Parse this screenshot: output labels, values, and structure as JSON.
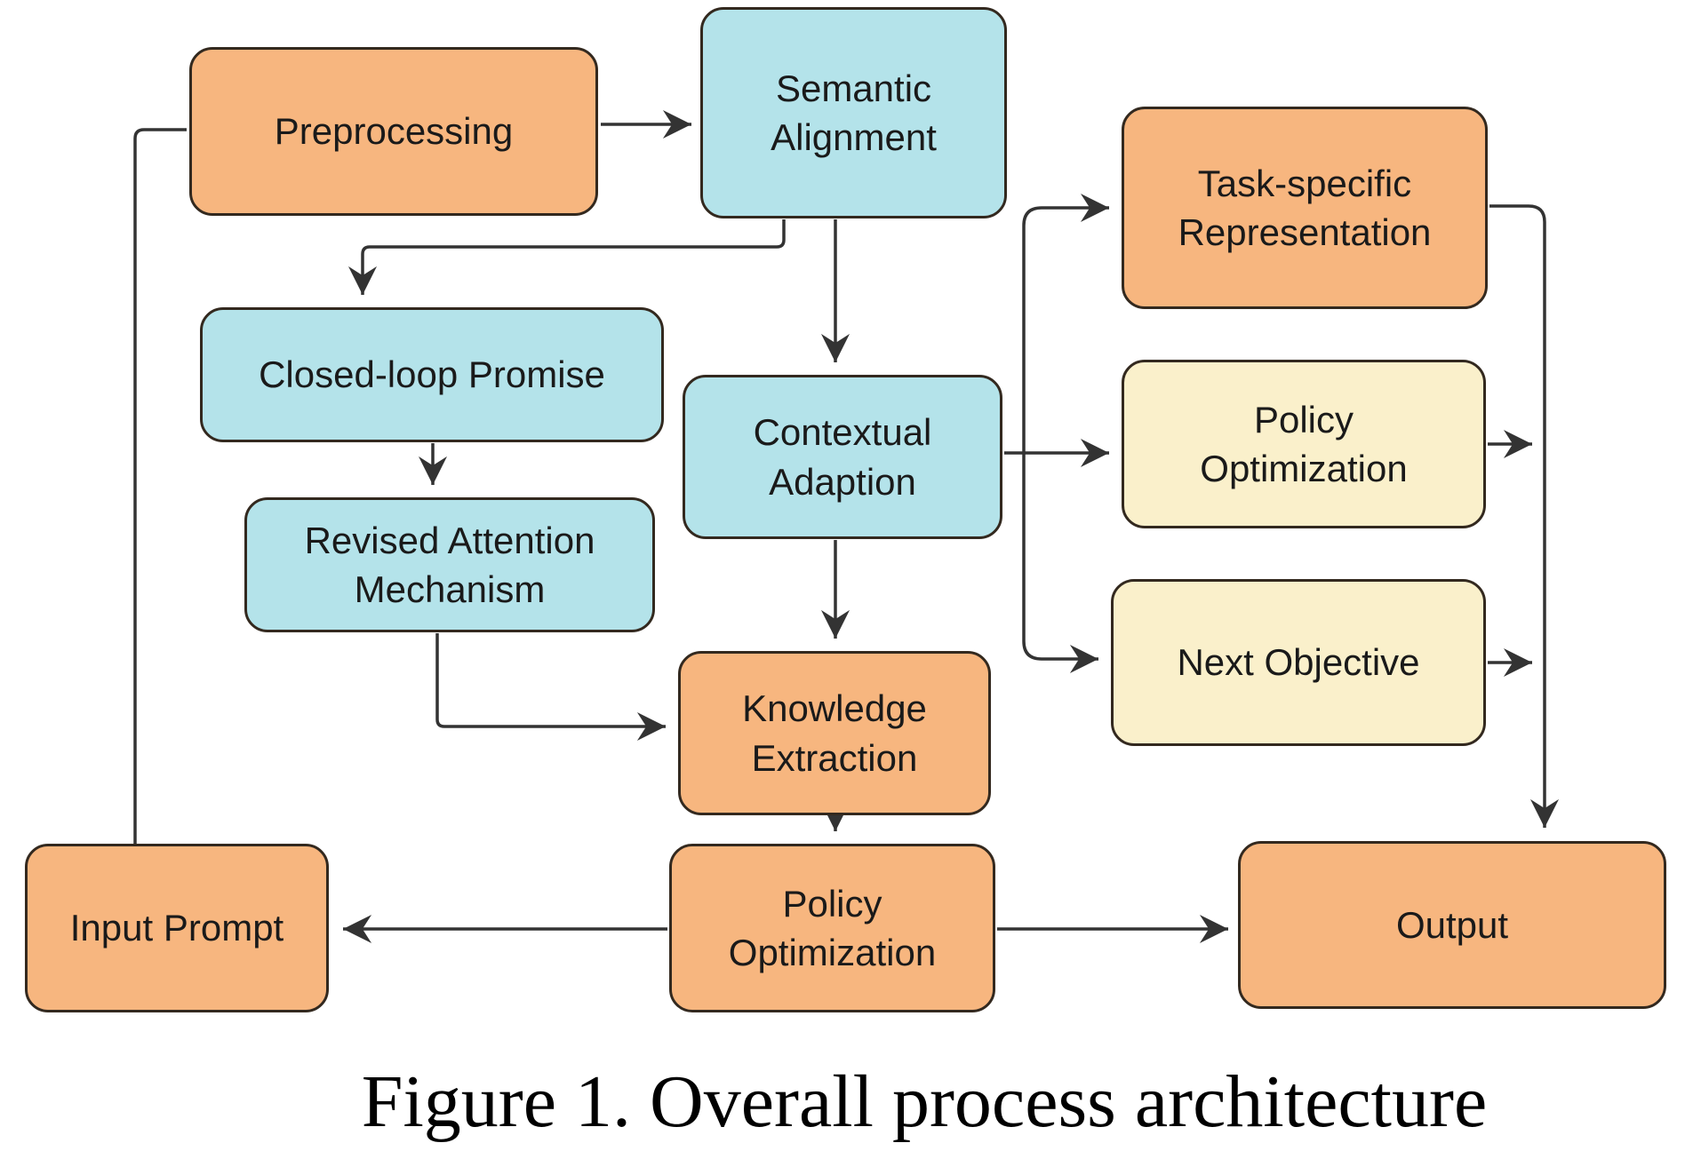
{
  "figure": {
    "caption": "Figure 1. Overall process architecture"
  },
  "colors": {
    "node-orange": "#F7B67F",
    "node-cyan": "#B4E3EA",
    "node-yellow": "#FAF0CB",
    "node-border": "#33291F",
    "arrow": "#333333",
    "text": "#1A1A1A",
    "background": "#FFFFFF"
  },
  "nodes": [
    {
      "id": "preprocessing",
      "label": "Preprocessing",
      "color": "orange"
    },
    {
      "id": "semantic-alignment",
      "label": "Semantic\nAlignment",
      "color": "cyan"
    },
    {
      "id": "task-specific-representation",
      "label": "Task-specific\nRepresentation",
      "color": "orange"
    },
    {
      "id": "closed-loop-promise",
      "label": "Closed-loop Promise",
      "color": "cyan"
    },
    {
      "id": "contextual-adaption",
      "label": "Contextual\nAdaption",
      "color": "cyan"
    },
    {
      "id": "policy-optimization-upper",
      "label": "Policy\nOptimization",
      "color": "yellow"
    },
    {
      "id": "revised-attention-mechanism",
      "label": "Revised Attention\nMechanism",
      "color": "cyan"
    },
    {
      "id": "next-objective",
      "label": "Next Objective",
      "color": "yellow"
    },
    {
      "id": "knowledge-extraction",
      "label": "Knowledge\nExtraction",
      "color": "orange"
    },
    {
      "id": "input-prompt",
      "label": "Input Prompt",
      "color": "orange"
    },
    {
      "id": "policy-optimization-lower",
      "label": "Policy\nOptimization",
      "color": "orange"
    },
    {
      "id": "output",
      "label": "Output",
      "color": "orange"
    }
  ],
  "edges": [
    {
      "from": "preprocessing",
      "to": "semantic-alignment",
      "arrowhead": true
    },
    {
      "from": "input-prompt",
      "to": "preprocessing",
      "arrowhead": false
    },
    {
      "from": "semantic-alignment",
      "to": "closed-loop-promise",
      "arrowhead": true
    },
    {
      "from": "semantic-alignment",
      "to": "contextual-adaption",
      "arrowhead": true
    },
    {
      "from": "closed-loop-promise",
      "to": "revised-attention-mechanism",
      "arrowhead": true
    },
    {
      "from": "revised-attention-mechanism",
      "to": "knowledge-extraction",
      "arrowhead": true
    },
    {
      "from": "contextual-adaption",
      "to": "knowledge-extraction",
      "arrowhead": true
    },
    {
      "from": "contextual-adaption",
      "to": "policy-optimization-upper",
      "arrowhead": true
    },
    {
      "from": "contextual-adaption",
      "to": "task-specific-representation",
      "arrowhead": true
    },
    {
      "from": "contextual-adaption",
      "to": "next-objective",
      "arrowhead": true
    },
    {
      "from": "task-specific-representation",
      "to": "output",
      "arrowhead": true
    },
    {
      "from": "policy-optimization-upper",
      "to": "output-trunk-line",
      "arrowhead": true
    },
    {
      "from": "next-objective",
      "to": "output-trunk-line",
      "arrowhead": true
    },
    {
      "from": "knowledge-extraction",
      "to": "policy-optimization-lower",
      "arrowhead": true
    },
    {
      "from": "policy-optimization-lower",
      "to": "input-prompt",
      "arrowhead": true
    },
    {
      "from": "policy-optimization-lower",
      "to": "output",
      "arrowhead": true
    }
  ]
}
